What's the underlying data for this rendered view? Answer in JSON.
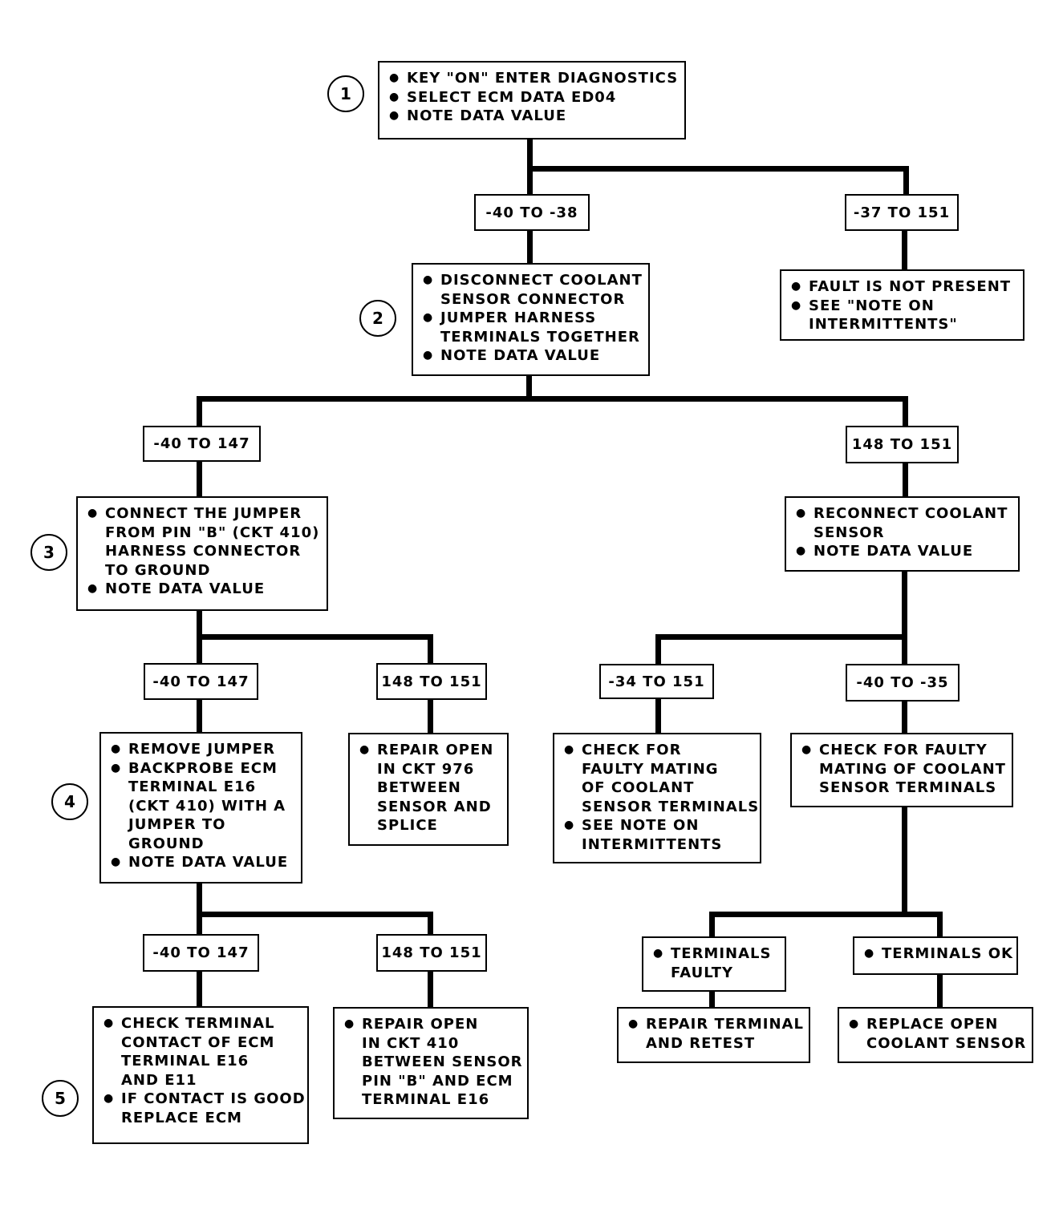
{
  "steps": [
    "1",
    "2",
    "3",
    "4",
    "5"
  ],
  "boxes": {
    "step1": [
      "KEY \"ON\" ENTER DIAGNOSTICS",
      "SELECT ECM DATA ED04",
      "NOTE DATA VALUE"
    ],
    "step2": [
      "DISCONNECT COOLANT\nSENSOR CONNECTOR",
      "JUMPER HARNESS\nTERMINALS TOGETHER",
      "NOTE DATA VALUE"
    ],
    "fault_not_present": [
      "FAULT IS NOT PRESENT",
      "SEE \"NOTE ON\nINTERMITTENTS\""
    ],
    "step3": [
      "CONNECT THE JUMPER\nFROM PIN \"B\" (CKT 410)\nHARNESS CONNECTOR\nTO GROUND",
      "NOTE DATA VALUE"
    ],
    "reconnect": [
      "RECONNECT COOLANT\nSENSOR",
      "NOTE DATA VALUE"
    ],
    "step4": [
      "REMOVE JUMPER",
      "BACKPROBE ECM\nTERMINAL E16\n(CKT 410) WITH A\nJUMPER TO\nGROUND",
      "NOTE DATA VALUE"
    ],
    "repair_976": [
      "REPAIR OPEN\nIN CKT 976\nBETWEEN\nSENSOR AND\nSPLICE"
    ],
    "check_mating": [
      "CHECK FOR\nFAULTY MATING\nOF COOLANT\nSENSOR TERMINALS",
      "SEE NOTE ON\nINTERMITTENTS"
    ],
    "check_faulty": [
      "CHECK FOR FAULTY\nMATING OF COOLANT\nSENSOR TERMINALS"
    ],
    "terminals_faulty": [
      "TERMINALS\nFAULTY"
    ],
    "terminals_ok": [
      "TERMINALS OK"
    ],
    "step5": [
      "CHECK TERMINAL\nCONTACT OF ECM\nTERMINAL E16\nAND E11",
      "IF CONTACT IS GOOD\nREPLACE ECM"
    ],
    "repair_410": [
      "REPAIR OPEN\nIN CKT 410\nBETWEEN SENSOR\nPIN \"B\" AND ECM\nTERMINAL E16"
    ],
    "repair_terminal": [
      "REPAIR TERMINAL\nAND RETEST"
    ],
    "replace_sensor": [
      "REPLACE OPEN\nCOOLANT SENSOR"
    ]
  },
  "ranges": {
    "r1_left": "-40 TO -38",
    "r1_right": "-37 TO 151",
    "r2_left": "-40 TO 147",
    "r2_right": "148 TO 151",
    "r3_left": "-40 TO 147",
    "r3_right": "148 TO 151",
    "r4_left": "-34 TO 151",
    "r4_right": "-40 TO -35",
    "r5_left": "-40 TO 147",
    "r5_right": "148 TO 151"
  }
}
